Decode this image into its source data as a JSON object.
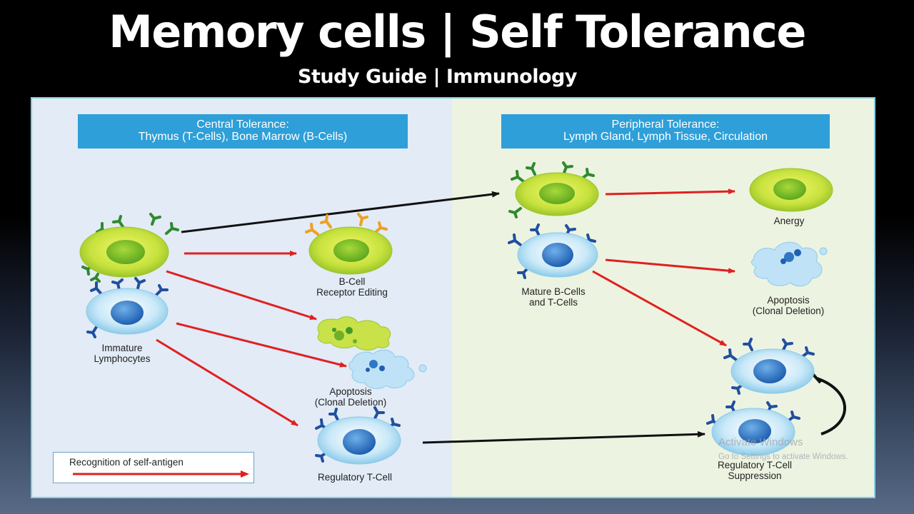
{
  "title": "Memory cells | Self Tolerance",
  "subtitle": "Study Guide | Immunology",
  "central": {
    "header_line1": "Central Tolerance:",
    "header_line2": "Thymus (T-Cells), Bone Marrow (B-Cells)",
    "immature_line1": "Immature",
    "immature_line2": "Lymphocytes",
    "bcell_line1": "B-Cell",
    "bcell_line2": "Receptor Editing",
    "apoptosis_line1": "Apoptosis",
    "apoptosis_line2": "(Clonal Deletion)",
    "treg": "Regulatory T-Cell"
  },
  "peripheral": {
    "header_line1": "Peripheral Tolerance:",
    "header_line2": "Lymph Gland, Lymph Tissue, Circulation",
    "anergy": "Anergy",
    "mature_line1": "Mature B-Cells",
    "mature_line2": "and T-Cells",
    "apoptosis_line1": "Apoptosis",
    "apoptosis_line2": "(Clonal Deletion)",
    "suppression_line1": "Regulatory T-Cell",
    "suppression_line2": "Suppression"
  },
  "legend": {
    "label": "Recognition of self-antigen"
  },
  "watermark": {
    "line1": "Activate Windows",
    "line2": "Go to Settings to activate Windows."
  },
  "colors": {
    "arrow_red": "#e02020",
    "arrow_black": "#111111",
    "header_blue": "#2e9fd8",
    "bcell_green": "#b7dc3a",
    "tcell_blue": "#bfe2f6"
  }
}
